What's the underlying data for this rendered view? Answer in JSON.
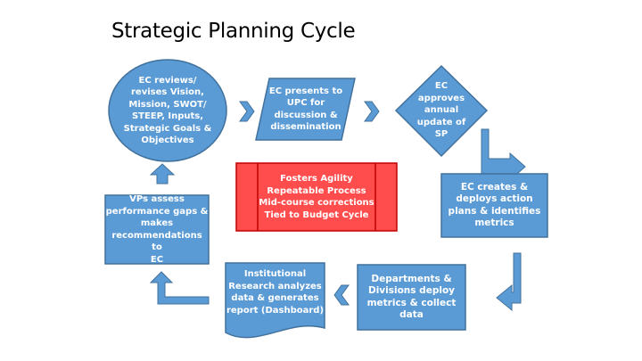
{
  "title": "Strategic Planning Cycle",
  "colors": {
    "fill": "#5b9bd5",
    "stroke": "#41719c",
    "center_fill": "#ff4d4d",
    "center_stroke": "#c00000",
    "text": "#ffffff"
  },
  "nodes": {
    "ec_reviews": "EC reviews/\nrevises Vision,\nMission, SWOT/\nSTEEP, Inputs,\nStrategic Goals &\nObjectives",
    "ec_presents": "EC presents to\nUPC for\ndiscussion &\ndissemination",
    "ec_approves": "EC\napproves\nannual\nupdate of\nSP",
    "ec_creates": "EC creates &\ndeploys action\nplans & identifies\nmetrics",
    "departments": "Departments &\nDivisions deploy\nmetrics & collect\ndata",
    "institutional_research": "Institutional\nResearch analyzes\ndata & generates\nreport (Dashboard)",
    "vps_assess": "VPs assess\nperformance gaps &\nmakes\nrecommendations to\nEC",
    "center": "Fosters Agility\nRepeatable Process\nMid-course corrections\nTied to Budget Cycle"
  }
}
